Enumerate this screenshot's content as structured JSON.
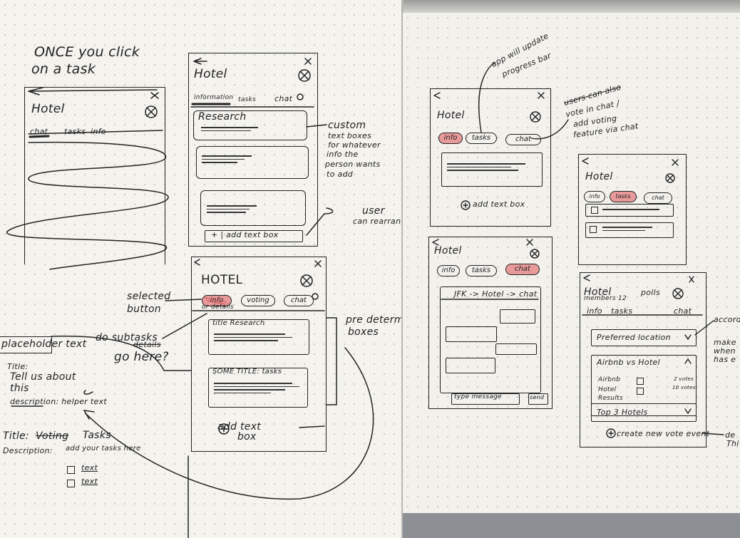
{
  "left_page": {
    "heading_line1": "ONCE you click",
    "heading_line2": "on a task",
    "sketch1": {
      "title": "Hotel",
      "tabs": [
        "chat",
        "tasks",
        "info"
      ]
    },
    "sketch2": {
      "title": "Hotel",
      "tabs": [
        "information",
        "tasks",
        "chat"
      ],
      "card_title": "Research",
      "add_button": "+ | add text box"
    },
    "annotation_custom": [
      "custom",
      "text boxes",
      "for whatever",
      "info the",
      "person wants",
      "to add"
    ],
    "annotation_rearrange": [
      "user",
      "can rearrange"
    ],
    "sketch3": {
      "title": "HOTEL",
      "tabs": [
        "info",
        "voting",
        "chat"
      ],
      "tab_subtext": "or details",
      "card1_title": "title Research",
      "card2_title": "SOME TITLE: tasks",
      "add_button_line1": "add text",
      "add_button_line2": "box"
    },
    "annotation_selected": [
      "selected",
      "button"
    ],
    "annotation_subtasks": [
      "do subtasks",
      "details",
      "go here?"
    ],
    "annotation_predetermined": [
      "pre determi",
      "boxes"
    ],
    "placeholder_label": "placeholder text",
    "form_text": [
      "Title:",
      "Tell us about",
      "this",
      "description: helper text"
    ],
    "tasks_block": {
      "title_label": "Title:",
      "title_struck": "Voting",
      "title_value": "Tasks",
      "description_label": "Description:",
      "description_value": "add your tasks here",
      "items": [
        "text",
        "text"
      ]
    }
  },
  "right_page": {
    "note_progress": [
      "app will update",
      "progress bar"
    ],
    "note_voting": [
      "users can also",
      "vote in chat /",
      "add voting",
      "feature via chat"
    ],
    "sketchA": {
      "title": "Hotel",
      "tabs": [
        "info",
        "tasks",
        "chat"
      ],
      "add_label": "add text box"
    },
    "sketchB": {
      "title": "Hotel",
      "tabs": [
        "info",
        "tasks",
        "chat"
      ]
    },
    "sketchC": {
      "title": "Hotel",
      "tabs": [
        "info",
        "tasks",
        "chat"
      ],
      "route": "JFK -> Hotel -> chat",
      "input_placeholder": "type message",
      "send_label": "send"
    },
    "sketchD": {
      "title": "Hotel",
      "members": "members 12",
      "tabs": [
        "info",
        "tasks",
        "polls",
        "chat"
      ],
      "accordion1": "Preferred location",
      "accordion2": "Airbnb vs Hotel",
      "option1": "Airbnb",
      "option1_votes": "2 votes",
      "option2": "Hotel",
      "option2_votes": "10 votes",
      "results_label": "Results",
      "accordion3": "Top 3 Hotels",
      "create_label": "create new vote event"
    },
    "margin_notes": [
      "accord",
      "make",
      "when",
      "has e",
      "de",
      "Thi"
    ]
  }
}
